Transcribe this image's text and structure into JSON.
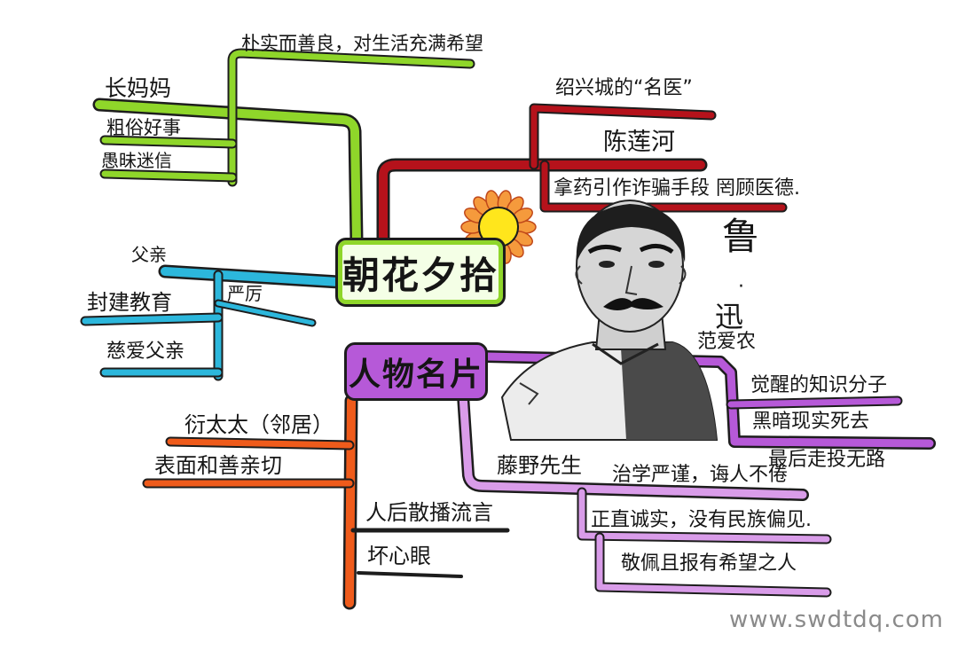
{
  "mind_map": {
    "title": "朝花夕拾",
    "subtitle": "人物名片",
    "author": {
      "char1": "鲁",
      "dot": "·",
      "char2": "迅"
    },
    "chang_mama": {
      "name": "长妈妈",
      "traits": [
        "朴实而善良，对生活充满希望",
        "粗俗好事",
        "愚昧迷信"
      ]
    },
    "father": {
      "name": "父亲",
      "traits": [
        "封建教育",
        "严厉",
        "慈爱父亲"
      ]
    },
    "chen_lianhe": {
      "intro": "绍兴城的“名医”",
      "name": "陈莲河",
      "traits": [
        "拿药引作诈骗手段 罔顾医德."
      ]
    },
    "fan_ainong": {
      "name": "范爱农",
      "traits": [
        "觉醒的知识分子",
        "黑暗现实死去",
        "最后走投无路"
      ]
    },
    "fujino": {
      "name": "藤野先生",
      "traits": [
        "治学严谨，诲人不倦",
        "正直诚实，没有民族偏见.",
        "敬佩且报有希望之人"
      ]
    },
    "yan_taitai": {
      "name": "衍太太（邻居）",
      "traits": [
        "表面和善亲切",
        "人后散播流言",
        "坏心眼"
      ]
    }
  },
  "colors": {
    "green_branch": "#8fd62a",
    "red_branch": "#b5121b",
    "blue_branch": "#2cb7dc",
    "orange_branch": "#ef5b1b",
    "purple_branch": "#b659d8",
    "purple_light_branch": "#d99ce9",
    "sunflower_center": "#ffe61c",
    "sunflower_petals": "#f59a3c"
  },
  "icons": {
    "sunflower": "sunflower-icon",
    "portrait": "lu-xun-portrait"
  },
  "watermark": "www.swdtdq.com"
}
